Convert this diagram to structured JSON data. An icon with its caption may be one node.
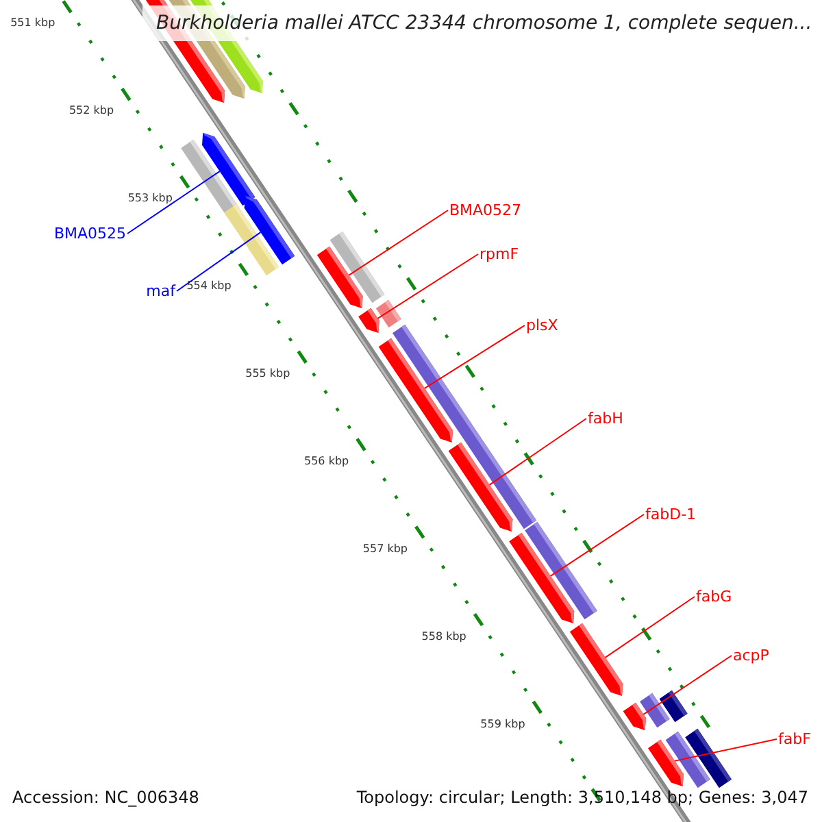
{
  "diagram": {
    "title": "Burkholderia mallei ATCC 23344 chromosome 1, complete sequen...",
    "nodes": [
      {
        "text": [
          "BMA0525"
        ]
      },
      {
        "text": [
          "maf"
        ]
      },
      {
        "text": [
          "BMA0527"
        ]
      },
      {
        "text": [
          "rpmF"
        ]
      },
      {
        "text": [
          "plsX"
        ]
      },
      {
        "text": [
          "fabH"
        ]
      },
      {
        "text": [
          "fabD-1"
        ]
      },
      {
        "text": [
          "fabG"
        ]
      },
      {
        "text": [
          "acpP"
        ]
      },
      {
        "text": [
          "fabF"
        ]
      },
      {
        "text": [],
        "shape": "bar"
      },
      {
        "text": [],
        "shape": "bar"
      },
      {
        "text": [],
        "shape": "bar"
      },
      {
        "text": [],
        "shape": "bar"
      },
      {
        "text": [],
        "shape": "bar"
      },
      {
        "text": [],
        "shape": "bar"
      },
      {
        "text": [],
        "shape": "bar"
      },
      {
        "text": [],
        "shape": "bar"
      },
      {
        "text": [],
        "shape": "bar"
      },
      {
        "text": [],
        "shape": "bar"
      }
    ],
    "edges": [
      {
        "from": 0,
        "to": 10,
        "arrow": "none",
        "color": "#0000ff"
      },
      {
        "from": 1,
        "to": 11,
        "arrow": "none",
        "color": "#0000ff"
      },
      {
        "from": 2,
        "to": 12,
        "arrow": "none"
      },
      {
        "from": 3,
        "to": 13,
        "arrow": "none"
      },
      {
        "from": 4,
        "to": 14,
        "arrow": "none"
      },
      {
        "from": 5,
        "to": 15,
        "arrow": "none"
      },
      {
        "from": 6,
        "to": 16,
        "arrow": "none"
      },
      {
        "from": 7,
        "to": 17,
        "arrow": "none"
      },
      {
        "from": 8,
        "to": 18,
        "arrow": "none"
      },
      {
        "from": 9,
        "to": 19,
        "arrow": "none"
      }
    ],
    "labels": [
      "551 kbp",
      "552 kbp",
      "553 kbp",
      "554 kbp",
      "555 kbp",
      "556 kbp",
      "557 kbp",
      "558 kbp",
      "559 kbp",
      "Accession: NC_006348",
      "Topology: circular; Length: 3,510,148 bp; Genes: 3,047"
    ]
  }
}
